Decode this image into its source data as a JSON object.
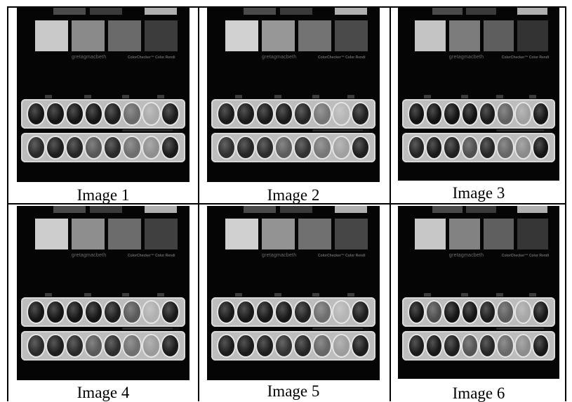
{
  "panels": [
    {
      "caption": "Image 1",
      "brand": "gretagmacbeth",
      "brand_sub": "ColorChecker™ Color Rendi",
      "patches": [
        "#c9c9c9",
        "#8a8a8a",
        "#6a6a6a",
        "#3c3c3c"
      ],
      "wells_top": [
        "#151515",
        "#151515",
        "#151515",
        "#151515",
        "#1e1e1e",
        "#6a6a6a",
        "#a9a9a9",
        "#1a1a1a"
      ],
      "wells_bottom": [
        "#2a2a2a",
        "#1e1e1e",
        "#262626",
        "#585858",
        "#2a2a2a",
        "#6e6e6e",
        "#8f8f8f",
        "#1a1a1a"
      ]
    },
    {
      "caption": "Image 2",
      "brand": "gretagmacbeth",
      "brand_sub": "ColorChecker™ Color Rendi",
      "patches": [
        "#d1d1d1",
        "#979797",
        "#737373",
        "#4a4a4a"
      ],
      "wells_top": [
        "#1a1a1a",
        "#1a1a1a",
        "#1a1a1a",
        "#1a1a1a",
        "#262626",
        "#767676",
        "#b5b5b5",
        "#1e1e1e"
      ],
      "wells_bottom": [
        "#303030",
        "#262626",
        "#2c2c2c",
        "#5e5e5e",
        "#333333",
        "#777777",
        "#a0a0a0",
        "#1e1e1e"
      ]
    },
    {
      "caption": "Image 3",
      "brand": "gretagmacbeth",
      "brand_sub": "ColorChecker™ Color Rendi",
      "patches": [
        "#c4c4c4",
        "#7c7c7c",
        "#5e5e5e",
        "#333333"
      ],
      "wells_top": [
        "#121212",
        "#121212",
        "#121212",
        "#121212",
        "#1a1a1a",
        "#616161",
        "#a0a0a0",
        "#151515"
      ],
      "wells_bottom": [
        "#242424",
        "#1a1a1a",
        "#222222",
        "#505050",
        "#262626",
        "#666666",
        "#8a8a8a",
        "#151515"
      ]
    },
    {
      "caption": "Image 4",
      "brand": "gretagmacbeth",
      "brand_sub": "ColorChecker™ Color Rendi",
      "patches": [
        "#cdcdcd",
        "#8e8e8e",
        "#6c6c6c",
        "#404040"
      ],
      "wells_top": [
        "#151515",
        "#151515",
        "#151515",
        "#151515",
        "#1e1e1e",
        "#5a5a5a",
        "#b0b0b0",
        "#1a1a1a"
      ],
      "wells_bottom": [
        "#2a2a2a",
        "#1e1e1e",
        "#2a2a2a",
        "#5a5a5a",
        "#2e2e2e",
        "#707070",
        "#9a9a9a",
        "#1a1a1a"
      ]
    },
    {
      "caption": "Image 5",
      "brand": "gretagmacbeth",
      "brand_sub": "ColorChecker™ Color Rendi",
      "patches": [
        "#d0d0d0",
        "#939393",
        "#707070",
        "#464646"
      ],
      "wells_top": [
        "#181818",
        "#181818",
        "#181818",
        "#181818",
        "#222222",
        "#6e6e6e",
        "#b4b4b4",
        "#1c1c1c"
      ],
      "wells_bottom": [
        "#1c1c1c",
        "#1a1a1a",
        "#1e1e1e",
        "#333333",
        "#262626",
        "#666666",
        "#9c9c9c",
        "#1c1c1c"
      ]
    },
    {
      "caption": "Image 6",
      "brand": "gretagmacbeth",
      "brand_sub": "ColorChecker™ Color Rendi",
      "patches": [
        "#c7c7c7",
        "#828282",
        "#5f5f5f",
        "#363636"
      ],
      "wells_top": [
        "#141414",
        "#4e4e4e",
        "#141414",
        "#141414",
        "#1c1c1c",
        "#5c5c5c",
        "#a6a6a6",
        "#181818"
      ],
      "wells_bottom": [
        "#1c1c1c",
        "#181818",
        "#1e1e1e",
        "#555555",
        "#262626",
        "#6a6a6a",
        "#8c8c8c",
        "#181818"
      ]
    }
  ]
}
